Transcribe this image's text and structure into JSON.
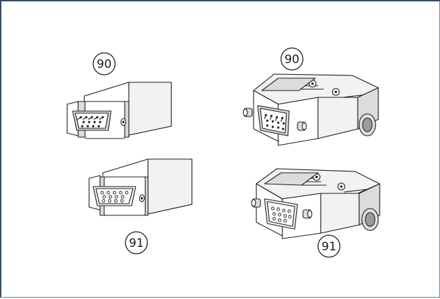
{
  "callouts": {
    "top_left": "90",
    "top_right": "90",
    "bottom_left": "91",
    "bottom_right": "91"
  },
  "colors": {
    "frame_border": "#2e4a6b",
    "line": "#1a1a1a",
    "shade_light": "#f2f2f2",
    "shade_mid": "#dcdcdc",
    "shade_dark": "#9a9a9a"
  },
  "parts": [
    "straight-male-connector",
    "straight-female-connector",
    "angled-male-connector",
    "angled-female-connector"
  ]
}
